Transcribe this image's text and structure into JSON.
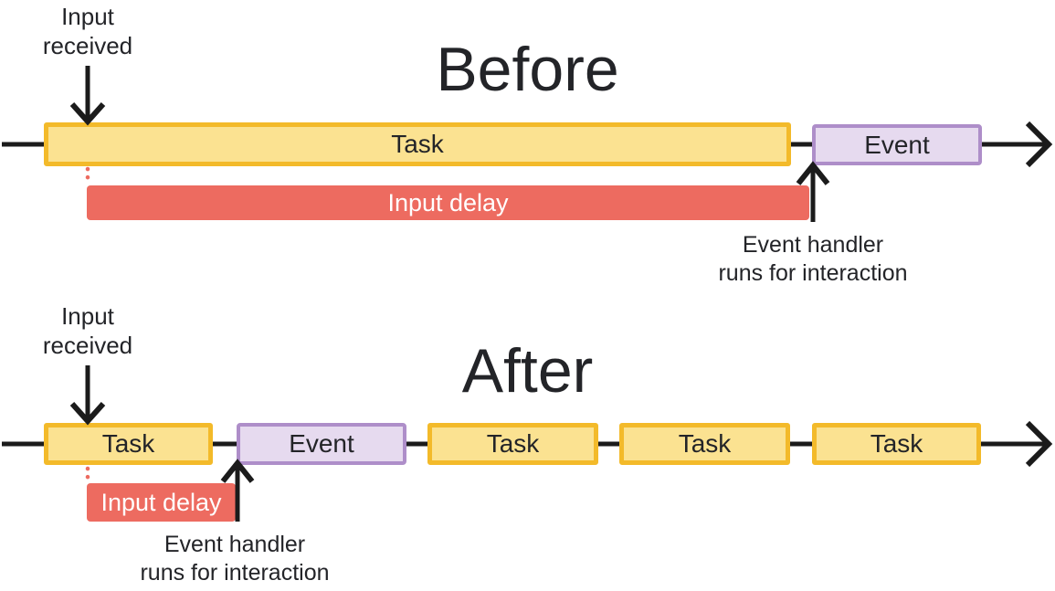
{
  "colors": {
    "task_fill": "#FBE291",
    "task_border": "#F3BA2A",
    "event_fill": "#E6DAEF",
    "event_border": "#AE8EC9",
    "delay_fill": "#ED6B60",
    "delay_text": "#FFFFFF",
    "line": "#1B1B1B",
    "text": "#232428"
  },
  "before": {
    "title": "Before",
    "input_label": "Input received",
    "task_label": "Task",
    "event_label": "Event",
    "delay_label": "Input delay",
    "handler_line1": "Event handler",
    "handler_line2": "runs for interaction"
  },
  "after": {
    "title": "After",
    "input_label": "Input received",
    "segments": [
      {
        "type": "task",
        "label": "Task"
      },
      {
        "type": "event",
        "label": "Event"
      },
      {
        "type": "task",
        "label": "Task"
      },
      {
        "type": "task",
        "label": "Task"
      },
      {
        "type": "task",
        "label": "Task"
      }
    ],
    "delay_label": "Input delay",
    "handler_line1": "Event handler",
    "handler_line2": "runs for interaction"
  }
}
